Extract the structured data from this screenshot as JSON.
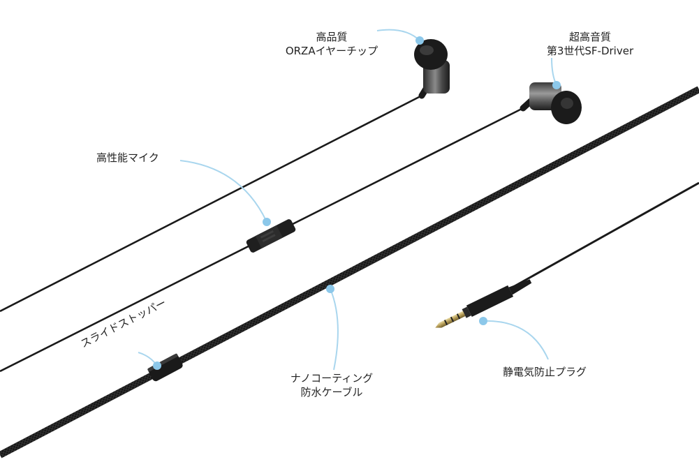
{
  "labels": {
    "eartip": {
      "line1": "高品質",
      "line2": "ORZAイヤーチップ"
    },
    "driver": {
      "line1": "超高音質",
      "line2": "第3世代SF-Driver"
    },
    "mic": {
      "text": "高性能マイク"
    },
    "stopper": {
      "text": "スライドストッパー"
    },
    "cable": {
      "line1": "ナノコーティング",
      "line2": "防水ケーブル"
    },
    "plug": {
      "text": "静電気防止プラグ"
    }
  },
  "colors": {
    "background": "#ffffff",
    "cable": "#1a1a1a",
    "callout": "#a9d6ee",
    "callout_dot": "#8cc8ea",
    "label": "#222222"
  }
}
